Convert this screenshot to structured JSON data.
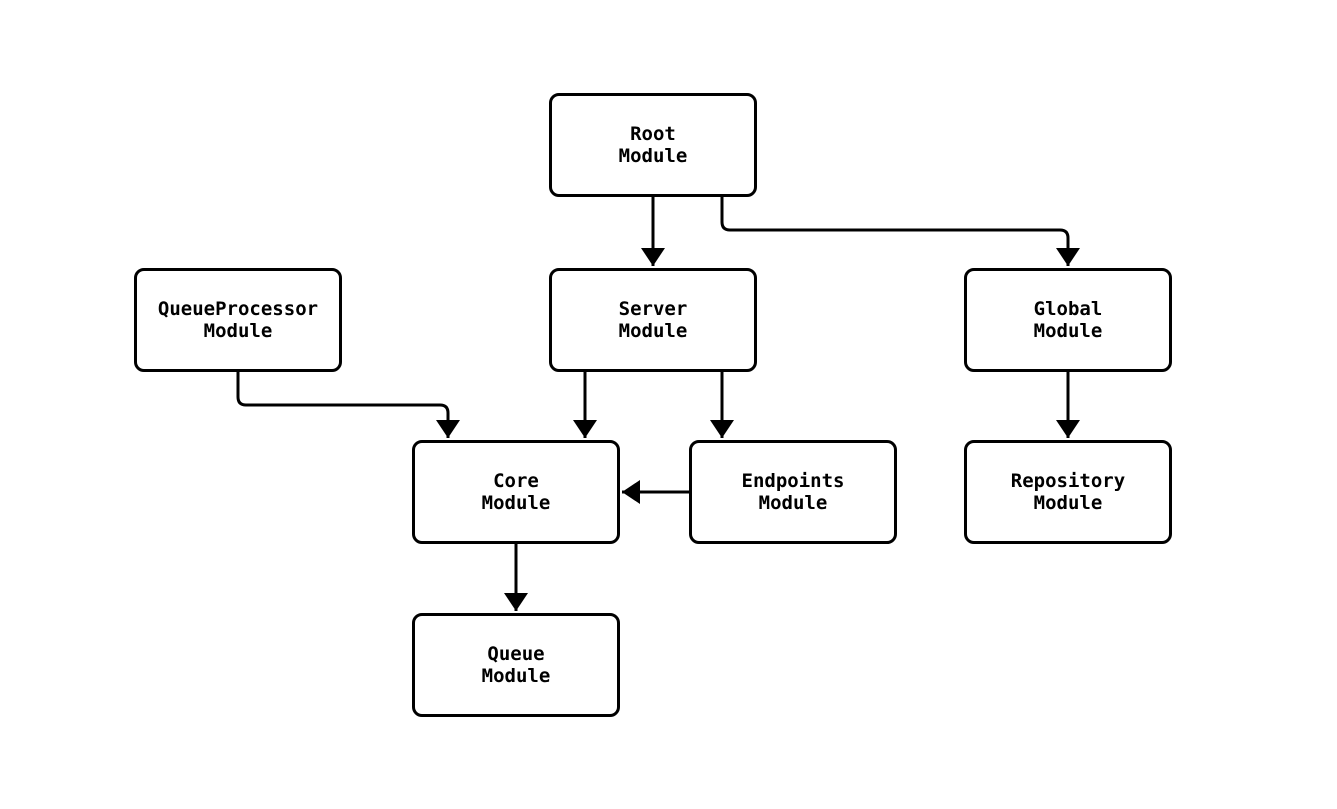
{
  "diagram": {
    "type": "module-dependency-flowchart",
    "colors": {
      "background": "#ffffff",
      "node_fill": "#ffffff",
      "node_border": "#000000",
      "edge_stroke": "#000000",
      "text": "#000000"
    },
    "nodes": {
      "root": {
        "line1": "Root",
        "line2": "Module"
      },
      "queue_processor": {
        "line1": "QueueProcessor",
        "line2": "Module"
      },
      "server": {
        "line1": "Server",
        "line2": "Module"
      },
      "global": {
        "line1": "Global",
        "line2": "Module"
      },
      "core": {
        "line1": "Core",
        "line2": "Module"
      },
      "endpoints": {
        "line1": "Endpoints",
        "line2": "Module"
      },
      "repository": {
        "line1": "Repository",
        "line2": "Module"
      },
      "queue": {
        "line1": "Queue",
        "line2": "Module"
      }
    },
    "edges": [
      {
        "from": "root",
        "to": "server"
      },
      {
        "from": "root",
        "to": "global"
      },
      {
        "from": "queue_processor",
        "to": "core"
      },
      {
        "from": "server",
        "to": "core"
      },
      {
        "from": "server",
        "to": "endpoints"
      },
      {
        "from": "global",
        "to": "repository"
      },
      {
        "from": "endpoints",
        "to": "core"
      },
      {
        "from": "core",
        "to": "queue"
      }
    ]
  }
}
